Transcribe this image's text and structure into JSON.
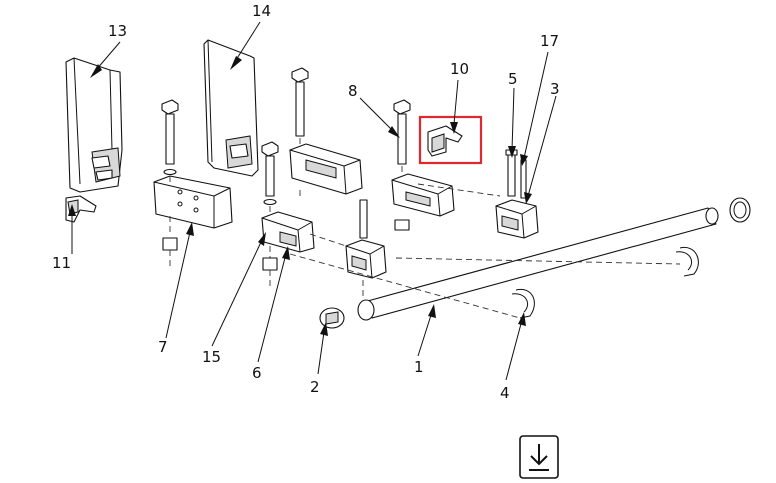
{
  "callouts": [
    {
      "id": "1",
      "text": "1"
    },
    {
      "id": "2",
      "text": "2"
    },
    {
      "id": "3",
      "text": "3"
    },
    {
      "id": "4",
      "text": "4"
    },
    {
      "id": "5",
      "text": "5"
    },
    {
      "id": "6",
      "text": "6"
    },
    {
      "id": "7",
      "text": "7"
    },
    {
      "id": "8",
      "text": "8"
    },
    {
      "id": "10",
      "text": "10"
    },
    {
      "id": "11",
      "text": "11"
    },
    {
      "id": "13",
      "text": "13"
    },
    {
      "id": "14",
      "text": "14"
    },
    {
      "id": "15",
      "text": "15"
    },
    {
      "id": "17",
      "text": "17"
    }
  ],
  "highlight": {
    "part": "10",
    "color": "#e0282e"
  },
  "download_button": {
    "icon": "download-icon"
  }
}
